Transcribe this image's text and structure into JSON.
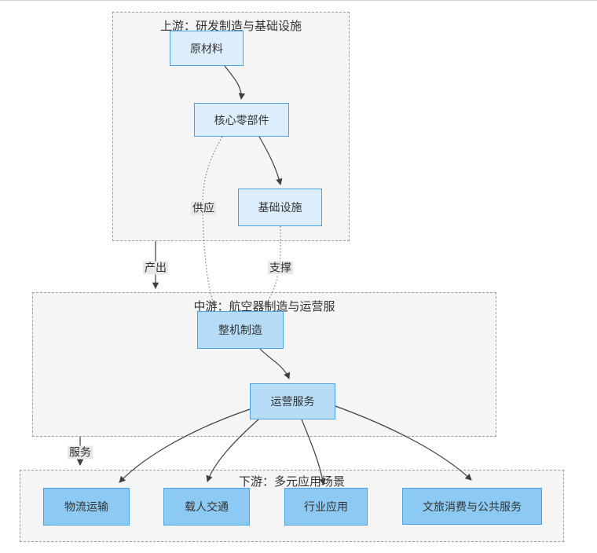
{
  "diagram": {
    "containers": {
      "upstream": {
        "title": "上游：研发制造与基础设施"
      },
      "midstream": {
        "title": "中游：航空器制造与运营服"
      },
      "downstream": {
        "title": "下游：多元应用场景"
      }
    },
    "nodes": {
      "raw_materials": {
        "label": "原材料"
      },
      "core_components": {
        "label": "核心零部件"
      },
      "infrastructure": {
        "label": "基础设施"
      },
      "aircraft_manufacturing": {
        "label": "整机制造"
      },
      "operation_services": {
        "label": "运营服务"
      },
      "logistics_transport": {
        "label": "物流运输"
      },
      "passenger_transport": {
        "label": "载人交通"
      },
      "industry_applications": {
        "label": "行业应用"
      },
      "tourism_public_services": {
        "label": "文旅消费与公共服务"
      }
    },
    "edge_labels": {
      "supply": "供应",
      "output": "产出",
      "support": "支撑",
      "service": "服务"
    }
  },
  "colors": {
    "node-border": "#4ba3e3",
    "tier1-fill": "#dcedfb",
    "tier2-fill": "#b6dcf8",
    "tier3-fill": "#8ccaf3",
    "container-fill": "#f5f5f5",
    "container-border": "#9e9e9e",
    "edge-solid": "#3f3f3f",
    "edge-dotted": "#6b6b6b",
    "label-bg": "#e8e8e8",
    "text": "#333333"
  }
}
